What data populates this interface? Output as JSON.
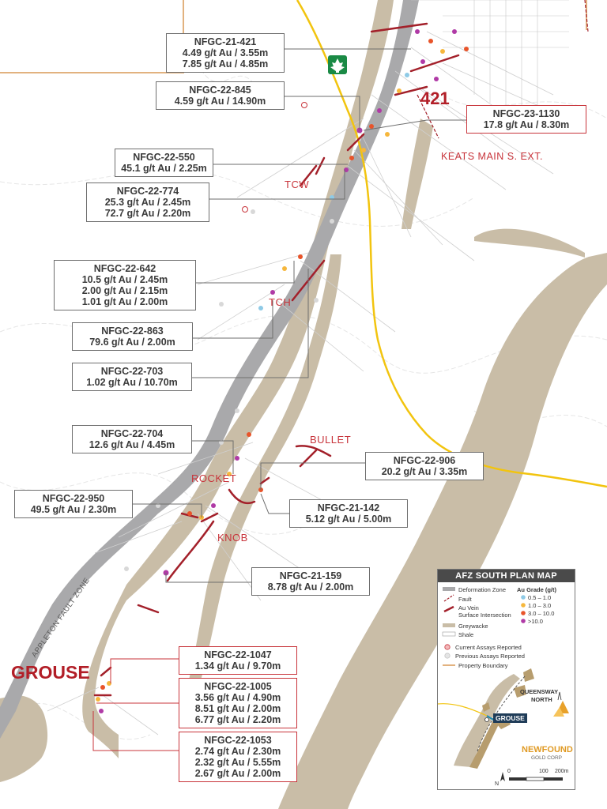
{
  "callouts": [
    {
      "id": "NFGC-21-421",
      "lines": [
        "4.49 g/t Au / 3.55m",
        "7.85 g/t Au / 4.85m"
      ],
      "status": "previous"
    },
    {
      "id": "NFGC-22-845",
      "lines": [
        "4.59 g/t Au / 14.90m"
      ],
      "status": "previous"
    },
    {
      "id": "NFGC-23-1130",
      "lines": [
        "17.8 g/t Au / 8.30m"
      ],
      "status": "current"
    },
    {
      "id": "NFGC-22-550",
      "lines": [
        "45.1 g/t Au / 2.25m"
      ],
      "status": "previous"
    },
    {
      "id": "NFGC-22-774",
      "lines": [
        "25.3 g/t Au / 2.45m",
        "72.7 g/t Au / 2.20m"
      ],
      "status": "previous"
    },
    {
      "id": "NFGC-22-642",
      "lines": [
        "10.5 g/t Au / 2.45m",
        "2.00 g/t Au / 2.15m",
        "1.01 g/t Au / 2.00m"
      ],
      "status": "previous"
    },
    {
      "id": "NFGC-22-863",
      "lines": [
        "79.6 g/t Au / 2.00m"
      ],
      "status": "previous"
    },
    {
      "id": "NFGC-22-703",
      "lines": [
        "1.02 g/t Au / 10.70m"
      ],
      "status": "previous"
    },
    {
      "id": "NFGC-22-704",
      "lines": [
        "12.6 g/t Au / 4.45m"
      ],
      "status": "previous"
    },
    {
      "id": "NFGC-22-906",
      "lines": [
        "20.2 g/t Au / 3.35m"
      ],
      "status": "previous"
    },
    {
      "id": "NFGC-22-950",
      "lines": [
        "49.5 g/t Au / 2.30m"
      ],
      "status": "previous"
    },
    {
      "id": "NFGC-21-142",
      "lines": [
        "5.12 g/t Au / 5.00m"
      ],
      "status": "previous"
    },
    {
      "id": "NFGC-21-159",
      "lines": [
        "8.78 g/t Au / 2.00m"
      ],
      "status": "previous"
    },
    {
      "id": "NFGC-22-1047",
      "lines": [
        "1.34 g/t Au / 9.70m"
      ],
      "status": "current"
    },
    {
      "id": "NFGC-22-1005",
      "lines": [
        "3.56 g/t Au / 4.90m",
        "8.51 g/t Au / 2.00m",
        "6.77 g/t Au / 2.20m"
      ],
      "status": "current"
    },
    {
      "id": "NFGC-22-1053",
      "lines": [
        "2.74 g/t Au / 2.30m",
        "2.32 g/t Au / 5.55m",
        "2.67 g/t Au / 2.00m"
      ],
      "status": "current"
    }
  ],
  "zones": {
    "z421": "421",
    "grouse": "GROUSE",
    "keats": "KEATS MAIN S. EXT.",
    "tcw": "TCW",
    "tch": "TCH",
    "bullet": "BULLET",
    "rocket": "ROCKET",
    "knob": "KNOB",
    "appleton": "APPLETON FAULT ZONE"
  },
  "legend": {
    "title": "AFZ SOUTH PLAN MAP",
    "deformation": "Deformation Zone",
    "fault": "Fault",
    "vein": "Au Vein",
    "vein2": "Surface Intersection",
    "greywacke": "Greywacke",
    "shale": "Shale",
    "current": "Current Assays Reported",
    "previous": "Previous Assays Reported",
    "boundary": "Property Boundary",
    "grade_title": "Au Grade (g/t)",
    "grades": [
      {
        "label": "0.5 – 1.0",
        "color": "#8ecae6"
      },
      {
        "label": "1.0 – 3.0",
        "color": "#f6b73c"
      },
      {
        "label": "3.0 – 10.0",
        "color": "#e8542a"
      },
      {
        "label": ">10.0",
        "color": "#b03aa6"
      }
    ],
    "inset_queensway": "QUEENSWAY",
    "inset_north": "NORTH",
    "inset_grouse": "GROUSE",
    "brand_top": "NEWFOUND",
    "brand_bottom": "GOLD CORP",
    "scale": {
      "s0": "0",
      "s1": "100",
      "s2": "200m"
    },
    "north": "N"
  },
  "colors": {
    "greywacke": "#c9bda7",
    "deformation": "#a9a9ab",
    "road": "#f2c40f",
    "vein": "#a3202a",
    "boundary": "#e2b27f",
    "current_border": "#c8343b"
  }
}
